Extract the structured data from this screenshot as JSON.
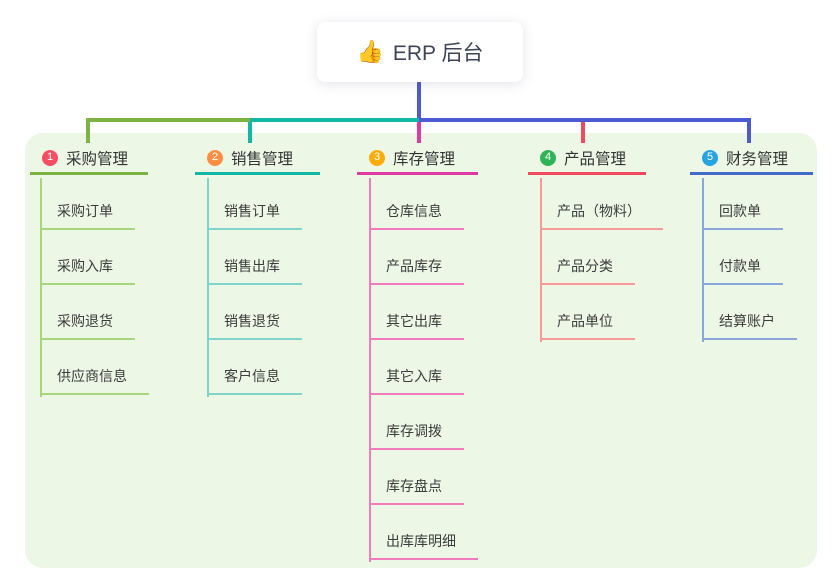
{
  "root": {
    "icon": "👍",
    "label": "ERP 后台"
  },
  "colors": {
    "canvas_bg": "#ffffff",
    "panel_bg": "#ecf7e6",
    "root_connector": "#4d5bd3",
    "title_text": "#333333",
    "child_text": "#3c3c3c"
  },
  "branches": [
    {
      "badge": "1",
      "badge_color": "#f64f63",
      "title": "采购管理",
      "line_color": "#7cb342",
      "child_line_color": "#a8d67c",
      "children": [
        "采购订单",
        "采购入库",
        "采购退货",
        "供应商信息"
      ]
    },
    {
      "badge": "2",
      "badge_color": "#ff8e42",
      "title": "销售管理",
      "line_color": "#12b7a6",
      "child_line_color": "#7fd5c9",
      "children": [
        "销售订单",
        "销售出库",
        "销售退货",
        "客户信息"
      ]
    },
    {
      "badge": "3",
      "badge_color": "#ffac07",
      "title": "库存管理",
      "line_color": "#dd3aa2",
      "child_line_color": "#f17cbd",
      "children": [
        "仓库信息",
        "产品库存",
        "其它出库",
        "其它入库",
        "库存调拨",
        "库存盘点",
        "出库库明细"
      ]
    },
    {
      "badge": "4",
      "badge_color": "#2fb457",
      "title": "产品管理",
      "line_color": "#ee4b5e",
      "child_line_color": "#f79b98",
      "children": [
        "产品（物料）",
        "产品分类",
        "产品单位"
      ]
    },
    {
      "badge": "5",
      "badge_color": "#27a4e0",
      "title": "财务管理",
      "line_color": "#4569c8",
      "child_line_color": "#8ba6d9",
      "children": [
        "回款单",
        "付款单",
        "结算账户"
      ]
    }
  ]
}
